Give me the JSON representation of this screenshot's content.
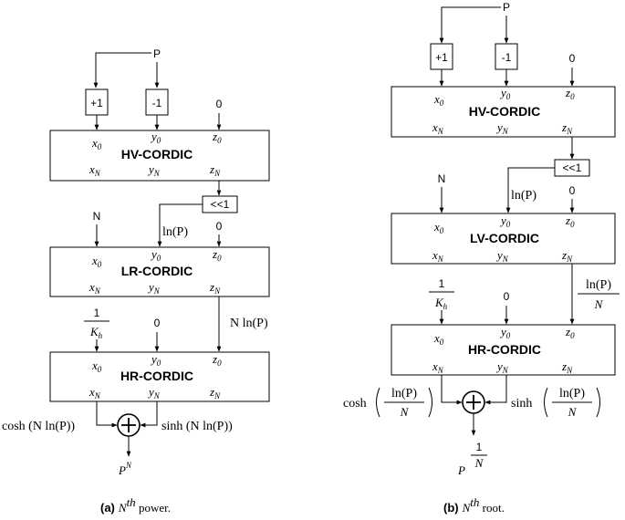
{
  "left": {
    "input_p": "P",
    "plus_one": "+1",
    "minus_one": "-1",
    "zero_hv": "0",
    "hv_title": "HV-CORDIC",
    "shift": "<<1",
    "input_n": "N",
    "ln_p": "ln(P)",
    "zero_lr": "0",
    "lr_title": "LR-CORDIC",
    "n_ln_p": "N ln(P)",
    "one_over_kh_num": "1",
    "one_over_kh_den": "K",
    "zero_hr": "0",
    "hr_title": "HR-CORDIC",
    "cosh_label": "cosh (N ln(P))",
    "sinh_label": "sinh (N ln(P))",
    "output": "P",
    "output_sup": "N",
    "caption_tag": "(a)",
    "caption_text": " power."
  },
  "right": {
    "input_p": "P",
    "plus_one": "+1",
    "minus_one": "-1",
    "zero_hv": "0",
    "hv_title": "HV-CORDIC",
    "shift": "<<1",
    "input_n": "N",
    "ln_p": "ln(P)",
    "zero_lv": "0",
    "lv_title": "LV-CORDIC",
    "frac_num": "ln(P)",
    "frac_den": "N",
    "one_over_kh_num": "1",
    "one_over_kh_den": "K",
    "zero_hr": "0",
    "hr_title": "HR-CORDIC",
    "cosh_word": "cosh",
    "sinh_word": "sinh",
    "output": "P",
    "output_exp_num": "1",
    "output_exp_den": "N",
    "caption_tag": "(b)",
    "caption_text": " root."
  },
  "regs": {
    "x0": "x",
    "y0": "y",
    "z0": "z",
    "xn": "x",
    "yn": "y",
    "zn": "z",
    "sub0": "0",
    "subn": "N",
    "subh": "h"
  },
  "caption_n": "N",
  "caption_th": "th"
}
